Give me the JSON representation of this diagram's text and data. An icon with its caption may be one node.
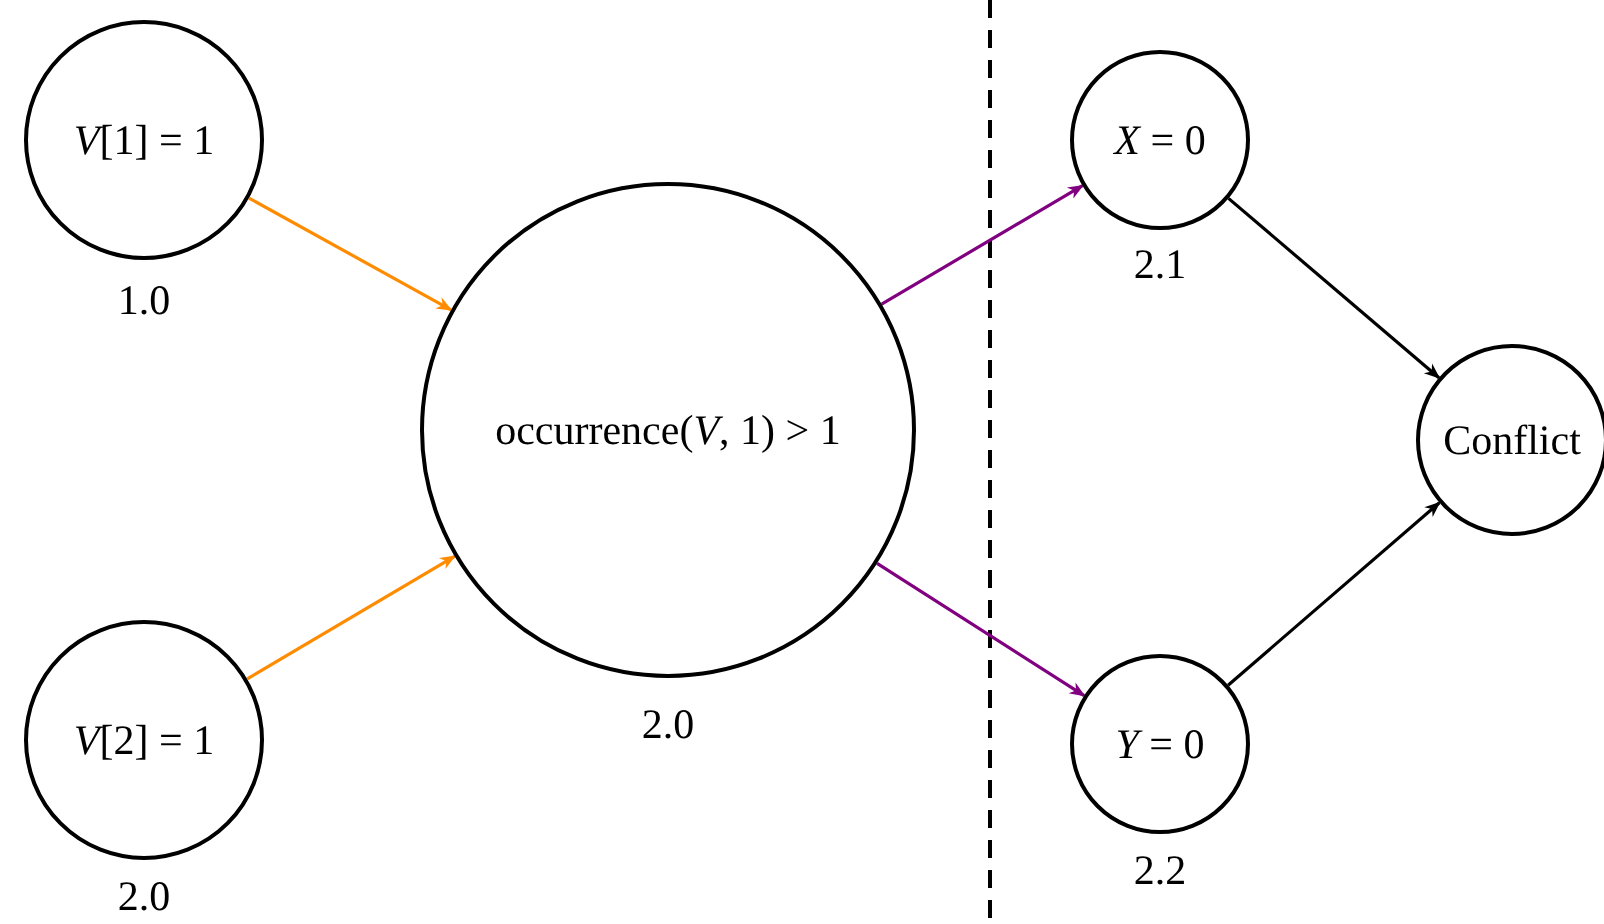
{
  "diagram": {
    "nodes": [
      {
        "text": [
          "*V*[1] = 1"
        ],
        "beside": [
          "1.0"
        ]
      },
      {
        "text": [
          "*V*[2] = 1"
        ],
        "beside": [
          "2.0"
        ]
      },
      {
        "text": [
          "occurrence(*V*, 1) > 1"
        ],
        "beside": [
          "2.0"
        ]
      },
      {
        "text": [
          "*X* = 0"
        ],
        "beside": [
          "2.1"
        ]
      },
      {
        "text": [
          "*Y* = 0"
        ],
        "beside": [
          "2.2"
        ]
      },
      {
        "text": [
          "Conflict"
        ]
      }
    ],
    "edges": [
      {
        "from": 0,
        "to": 2,
        "arrow": "to",
        "color": "#ff8c00"
      },
      {
        "from": 1,
        "to": 2,
        "arrow": "to",
        "color": "#ff8c00"
      },
      {
        "from": 2,
        "to": 3,
        "arrow": "to",
        "color": "#800080"
      },
      {
        "from": 2,
        "to": 4,
        "arrow": "to",
        "color": "#800080"
      },
      {
        "from": 3,
        "to": 5,
        "arrow": "to",
        "color": "#000000"
      },
      {
        "from": 4,
        "to": 5,
        "arrow": "to",
        "color": "#000000"
      }
    ]
  }
}
